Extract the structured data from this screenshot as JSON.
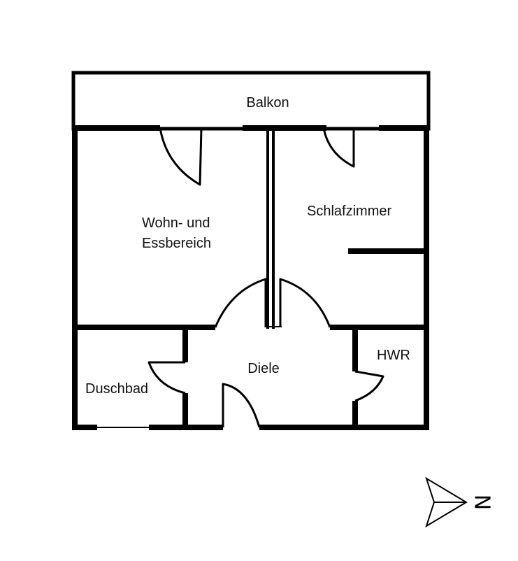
{
  "rooms": {
    "balcony": "Balkon",
    "living_line1": "Wohn- und",
    "living_line2": "Essbereich",
    "bedroom": "Schlafzimmer",
    "hall": "Diele",
    "utility": "HWR",
    "bathroom": "Duschbad"
  },
  "compass": {
    "north_label": "N",
    "icon": "north-arrow-icon"
  }
}
